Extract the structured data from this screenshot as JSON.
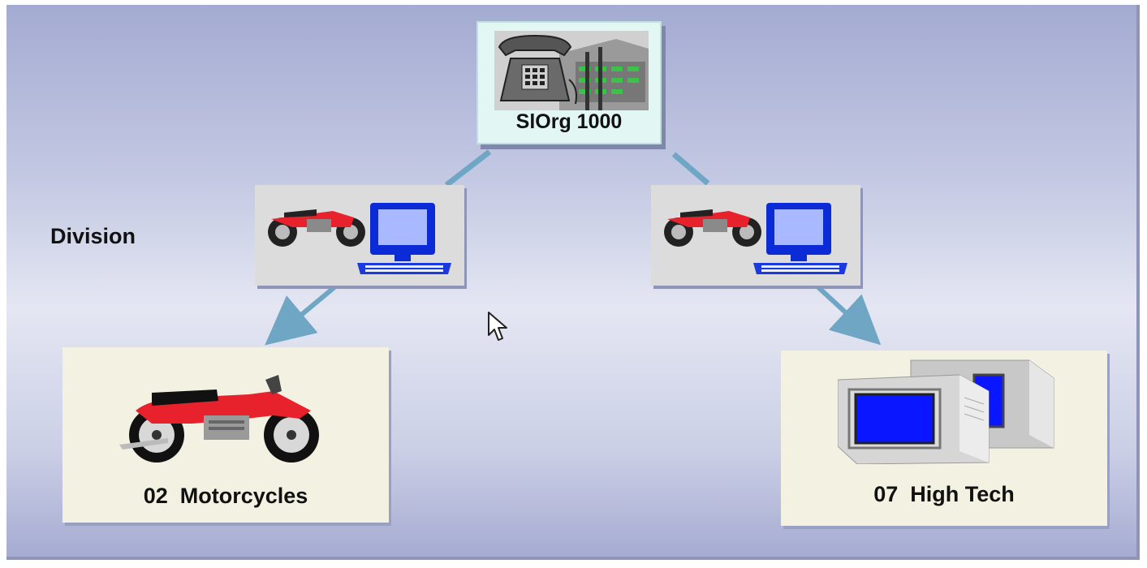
{
  "diagram": {
    "top_node": {
      "label": "SlOrg 1000",
      "icon": "telephone-building-icon"
    },
    "row_label": "Division",
    "division_nodes": [
      {
        "icon": "motorcycle-computer-icon"
      },
      {
        "icon": "motorcycle-computer-icon"
      }
    ],
    "result_nodes": [
      {
        "label": "02  Motorcycles",
        "icon": "motorcycle-icon"
      },
      {
        "label": "07  High Tech",
        "icon": "computer-monitors-icon"
      }
    ],
    "colors": {
      "arrow": "#6fa6c4",
      "screen": "#0a16ff",
      "bike_red": "#e8222c"
    }
  }
}
